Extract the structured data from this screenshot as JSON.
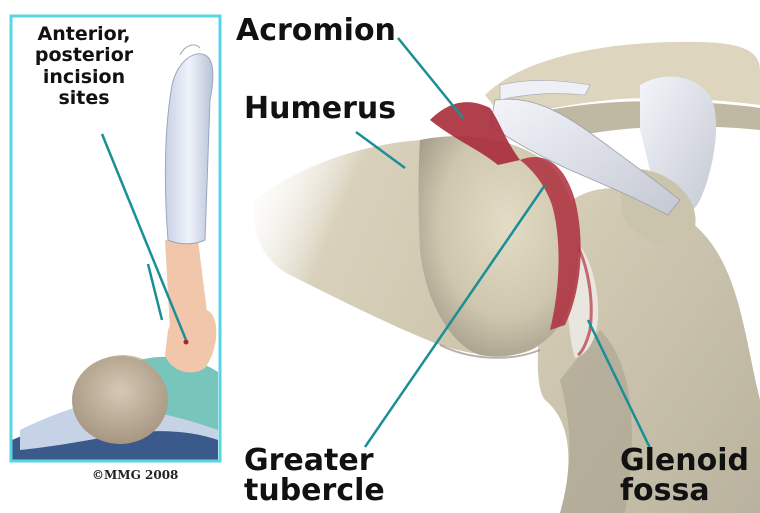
{
  "colors": {
    "inset_border": "#55d6e2",
    "leader_line": "#1a8f96",
    "bone": "#dcd3bc",
    "bone_shadow": "#8f8b7e",
    "cartilage": "#ad2e3d",
    "tendon": "#e4e8f0",
    "skin": "#f1c6aa",
    "gown": "#78c5bc"
  },
  "inset": {
    "label": {
      "line1": "Anterior,",
      "line2": "posterior",
      "line3": "incision",
      "line4": "sites"
    },
    "credit": "©MMG 2008"
  },
  "labels": {
    "acromion": "Acromion",
    "humerus": "Humerus",
    "greater_tubercle": {
      "line1": "Greater",
      "line2": "tubercle"
    },
    "glenoid_fossa": {
      "line1": "Glenoid",
      "line2": "fossa"
    }
  }
}
